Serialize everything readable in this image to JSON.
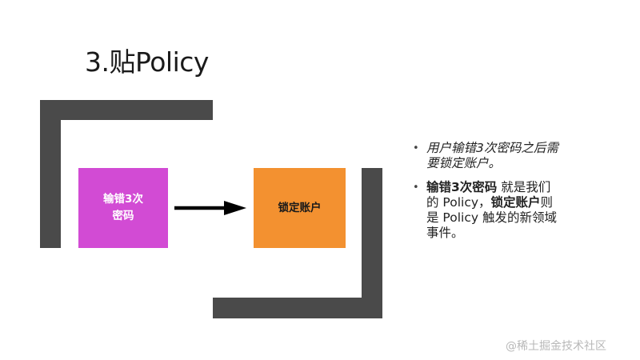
{
  "title": "3.贴Policy",
  "diagram": {
    "input_box": {
      "label": "输错3次\n密码",
      "color": "#d24bd4"
    },
    "event_box": {
      "label": "锁定账户",
      "color": "#f39130"
    },
    "arrow_color": "#000000",
    "frame_color": "#4a4a4a"
  },
  "bullets": [
    {
      "lines": [
        "用户输错3次密码之后需",
        "要锁定账户。"
      ]
    },
    {
      "line1_bold": "输错3次密码",
      "line1_rest": " 就是我们",
      "line2_a": "的 Policy，",
      "line2_bold": "锁定账户",
      "line2_b": "则",
      "line3": "是 Policy 触发的新领域",
      "line4": "事件。"
    }
  ],
  "watermark": "@稀土掘金技术社区"
}
